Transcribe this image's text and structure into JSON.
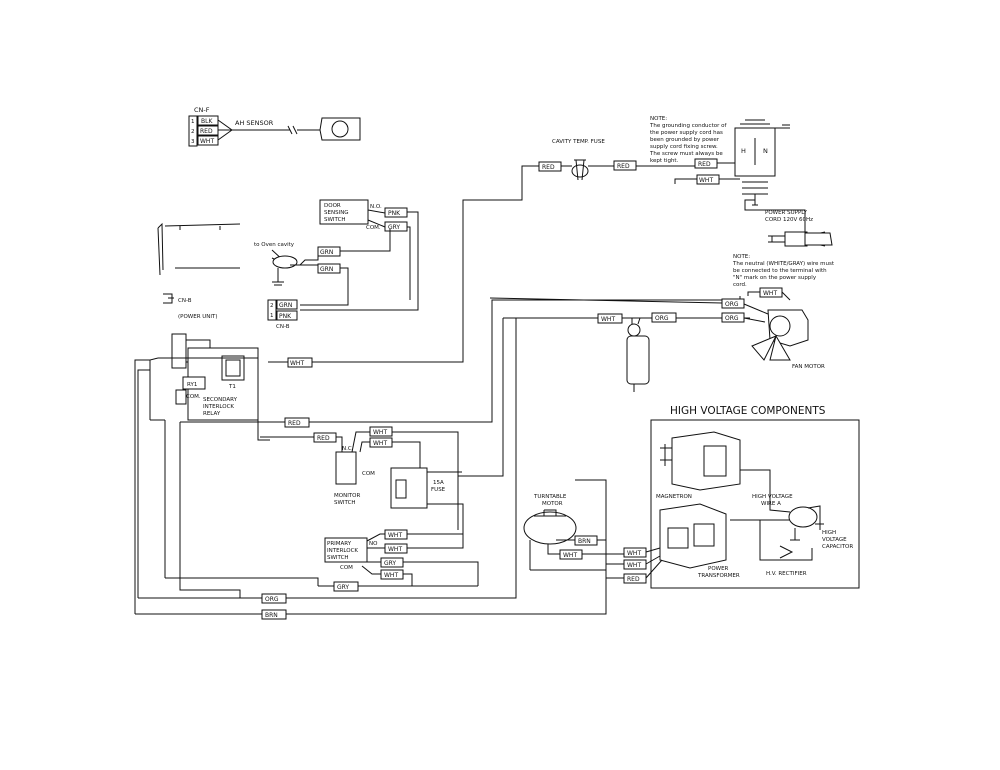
{
  "title": "HIGH VOLTAGE COMPONENTS",
  "labels": {
    "cn_f": "CN-F",
    "ah_sensor": "AH SENSOR",
    "cavity_temp_fuse": "CAVITY TEMP. FUSE",
    "note1": [
      "NOTE:",
      "The grounding conductor of",
      "the power supply cord has",
      "been grounded by power",
      "supply cord fixing screw.",
      "The screw must always be",
      "kept tight."
    ],
    "door_sensing_switch": [
      "DOOR",
      "SENSING",
      "SWITCH"
    ],
    "no": "N.O.",
    "com": "COM.",
    "to_oven_cavity": "to Oven cavity",
    "power_supply_cord": [
      "POWER SUPPLY",
      "CORD 120V 60Hz"
    ],
    "note2": [
      "NOTE:",
      "The neutral (WHITE/GRAY) wire must",
      "be connected to the terminal with",
      "\"N\" mark on the power supply",
      "cord."
    ],
    "cn_b": "CN-B",
    "power_unit": "(POWER UNIT)",
    "cn_b2": "CN-B",
    "fan_motor": "FAN MOTOR",
    "ry1": "RY1",
    "t1": "T1",
    "secondary_interlock_relay": [
      "SECONDARY",
      "INTERLOCK",
      "RELAY"
    ],
    "monitor_switch": [
      "MONITOR",
      "SWITCH"
    ],
    "nc": "N.C.",
    "com2": "COM",
    "fuse": [
      "15A",
      "FUSE"
    ],
    "turntable_motor": [
      "TURNTABLE",
      "MOTOR"
    ],
    "primary_interlock_switch": [
      "PRIMARY",
      "INTERLOCK",
      "SWITCH"
    ],
    "no2": "NO",
    "com3": "COM",
    "magnetron": "MAGNETRON",
    "high_voltage_wire_a": [
      "HIGH VOLTAGE",
      "WIRE A"
    ],
    "high_voltage_capacitor": [
      "HIGH",
      "VOLTAGE",
      "CAPACITOR"
    ],
    "power_transformer": [
      "POWER",
      "TRANSFORMER"
    ],
    "hv_rectifier": "H.V. RECTIFIER",
    "h": "H",
    "n": "N",
    "cn_f_pins": [
      "1",
      "2",
      "3"
    ],
    "cn_b_pins": [
      "2",
      "1"
    ]
  },
  "wire_tags": {
    "blk": "BLK",
    "red": "RED",
    "wht": "WHT",
    "pnk": "PNK",
    "gry": "GRY",
    "grn": "GRN",
    "org": "ORG",
    "brn": "BRN",
    "wht2": "WHT"
  },
  "colors": {
    "line": "#111111",
    "background": "#ffffff"
  }
}
